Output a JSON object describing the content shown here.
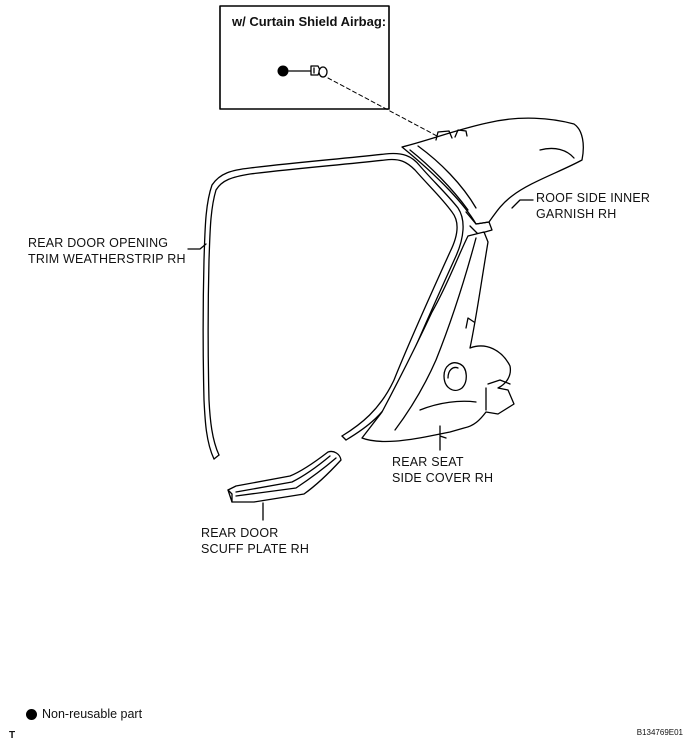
{
  "inset": {
    "title": "w/ Curtain Shield Airbag:"
  },
  "parts": {
    "roof_side_inner_garnish": {
      "line1": "ROOF SIDE INNER",
      "line2": "GARNISH RH"
    },
    "rear_door_opening_trim_weatherstrip": {
      "line1": "REAR DOOR OPENING",
      "line2": "TRIM WEATHERSTRIP RH"
    },
    "rear_seat_side_cover": {
      "line1": "REAR SEAT",
      "line2": "SIDE COVER RH"
    },
    "rear_door_scuff_plate": {
      "line1": "REAR DOOR",
      "line2": "SCUFF PLATE RH"
    }
  },
  "legend": {
    "non_reusable": "Non-reusable part"
  },
  "footer": {
    "code": "B134769E01",
    "mark": "T"
  }
}
